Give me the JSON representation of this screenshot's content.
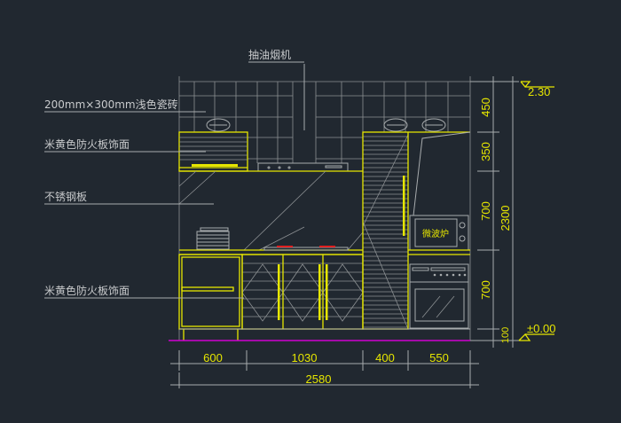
{
  "labels": {
    "range_hood": "抽油烟机",
    "tile": "200mm×300mm浅色瓷砖",
    "upper_cabinet_finish": "米黄色防火板饰面",
    "backsplash": "不锈钢板",
    "lower_cabinet_finish": "米黄色防火板饰面",
    "microwave": "微波炉"
  },
  "dimensions": {
    "horizontal": [
      "600",
      "1030",
      "400",
      "550"
    ],
    "total_width": "2580",
    "vertical": [
      "450",
      "350",
      "700",
      "700",
      "100"
    ],
    "total_height": "2300"
  },
  "elevations": {
    "top": "2.30",
    "floor": "±0.00"
  },
  "colors": {
    "background": "#212830",
    "cabinet": "#e6e600",
    "lines": "#a8acae",
    "floor": "#d000d0",
    "burner": "#e02020"
  }
}
